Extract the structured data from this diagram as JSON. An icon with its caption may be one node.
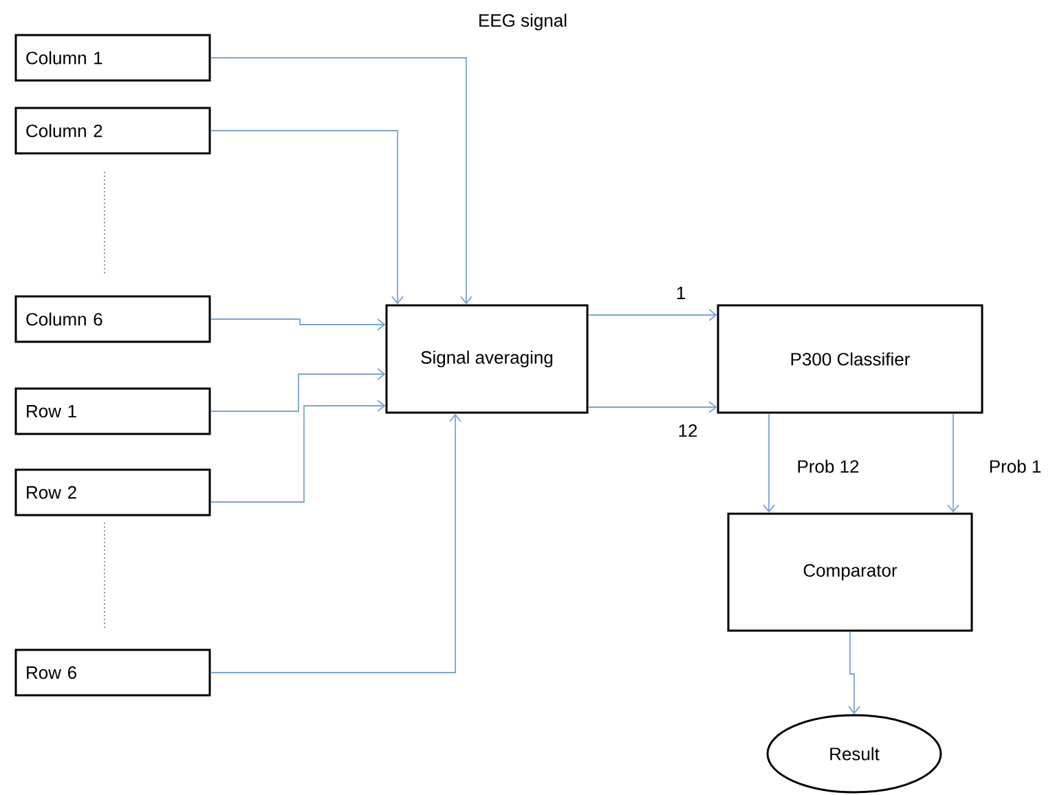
{
  "diagram": {
    "nodes": [
      {
        "text": [
          "Column 1"
        ]
      },
      {
        "text": [
          "Column 2"
        ]
      },
      {
        "text": [
          "Column 6"
        ]
      },
      {
        "text": [
          "Row 1"
        ]
      },
      {
        "text": [
          "Row 2"
        ]
      },
      {
        "text": [
          "Row 6"
        ]
      },
      {
        "text": [
          "Signal averaging"
        ]
      },
      {
        "text": [
          "P300 Classifier"
        ]
      },
      {
        "text": [
          "Comparator"
        ]
      },
      {
        "text": [
          "Result"
        ]
      }
    ],
    "edges": [
      {
        "from": 0,
        "to": 6,
        "arrow": "to",
        "label": "EEG signal"
      },
      {
        "from": 1,
        "to": 6,
        "arrow": "to"
      },
      {
        "from": 2,
        "to": 6,
        "arrow": "to"
      },
      {
        "from": 3,
        "to": 6,
        "arrow": "to"
      },
      {
        "from": 4,
        "to": 6,
        "arrow": "to"
      },
      {
        "from": 5,
        "to": 6,
        "arrow": "to"
      },
      {
        "from": 6,
        "to": 7,
        "arrow": "to",
        "label": "1"
      },
      {
        "from": 6,
        "to": 7,
        "arrow": "to",
        "label": "12"
      },
      {
        "from": 7,
        "to": 8,
        "arrow": "to",
        "label": "Prob 12"
      },
      {
        "from": 7,
        "to": 8,
        "arrow": "to",
        "label": "Prob 1"
      },
      {
        "from": 8,
        "to": 9,
        "arrow": "to"
      }
    ]
  }
}
